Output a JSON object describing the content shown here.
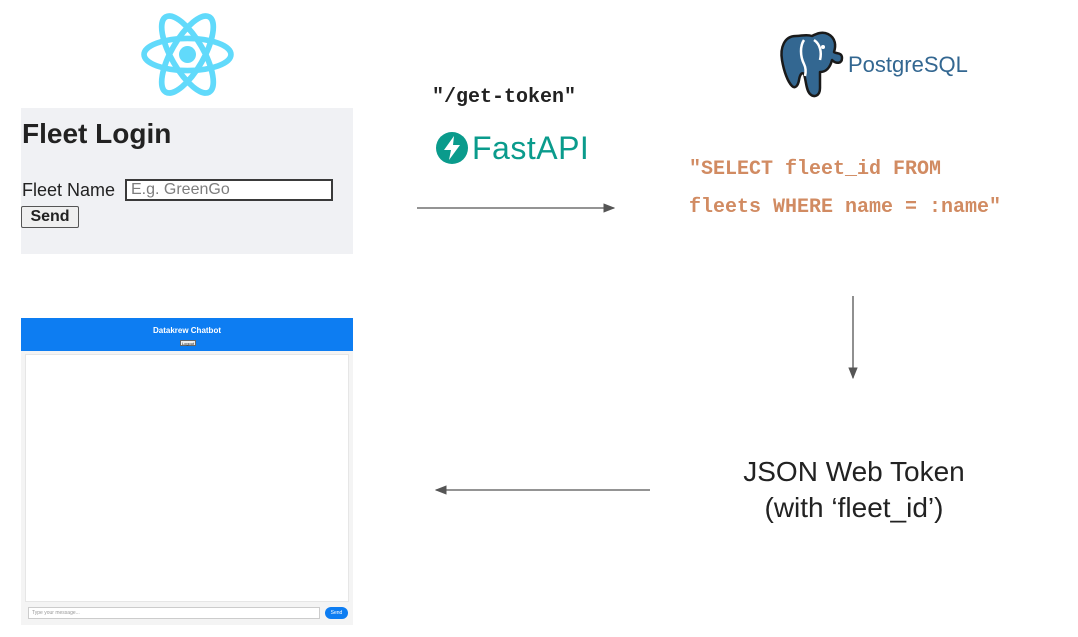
{
  "login_form": {
    "title": "Fleet Login",
    "field_label": "Fleet Name",
    "field_placeholder": "E.g. GreenGo",
    "send_label": "Send"
  },
  "chat_ui": {
    "title": "Datakrew Chatbot",
    "logout_label": "Logout",
    "input_placeholder": "Type your message...",
    "send_label": "Send"
  },
  "api": {
    "endpoint": "\"/get-token\"",
    "framework": "FastAPI"
  },
  "database": {
    "name_part1": "Postgre",
    "name_part2": "SQL",
    "query_line1": "\"SELECT fleet_id FROM",
    "query_line2": "fleets WHERE name = :name\""
  },
  "token": {
    "line1": "JSON Web Token",
    "line2": "(with ‘fleet_id’)"
  },
  "colors": {
    "react": "#61dafb",
    "fastapi": "#0a9b8c",
    "postgres": "#336791",
    "sql_text": "#d18b62",
    "chat_header": "#0d7df2",
    "arrow": "#555555"
  },
  "icons": {
    "react": "react-logo-icon",
    "fastapi": "fastapi-bolt-icon",
    "postgres": "postgres-elephant-icon"
  }
}
